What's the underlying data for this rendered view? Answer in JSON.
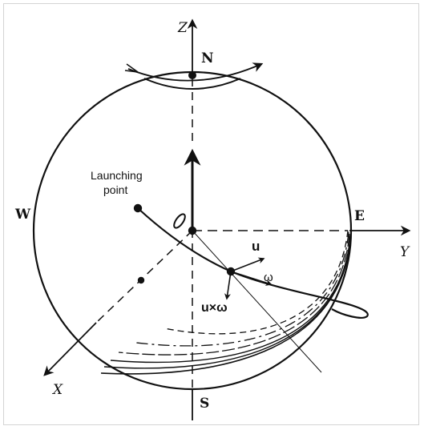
{
  "labels": {
    "axis_z": "Z",
    "axis_y": "Y",
    "axis_x": "X",
    "north": "N",
    "south": "S",
    "east": "E",
    "west": "W",
    "launching_point_line1": "Launching",
    "launching_point_line2": "point",
    "vec_u": "u",
    "vec_omega": "ω",
    "vec_u_cross_omega": "u×ω"
  },
  "colors": {
    "ink": "#111111",
    "frame_border": "#d4d4d4",
    "background": "#ffffff"
  }
}
